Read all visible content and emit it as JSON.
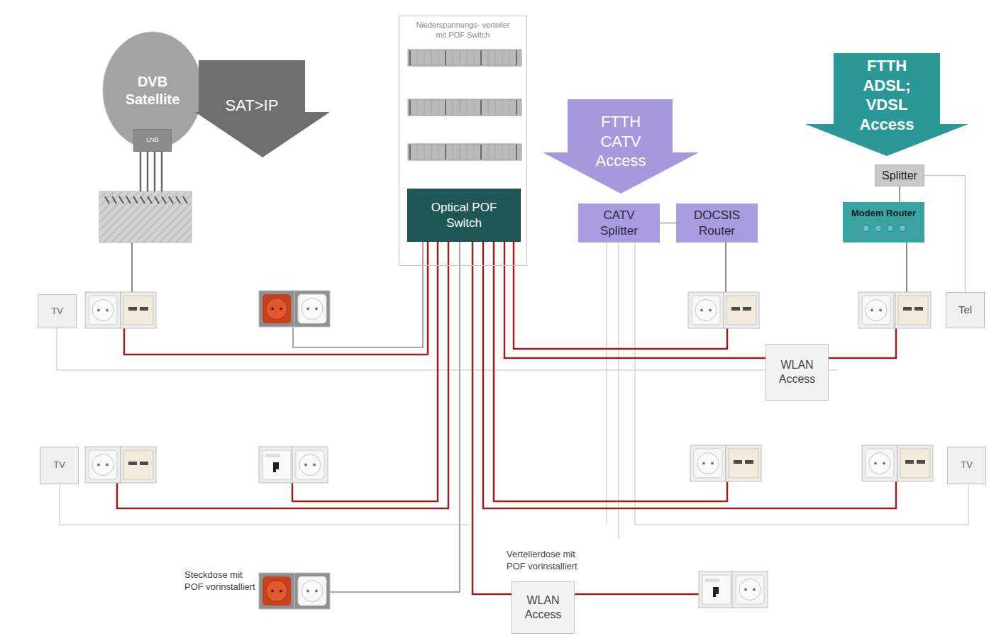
{
  "diagram": {
    "nodes": [
      {
        "text": [
          "DVB Satellite"
        ]
      },
      {
        "text": [
          "LNB"
        ]
      },
      {
        "text": [
          "SAT>IP"
        ]
      },
      {
        "text": [
          "Niederspannungs- verteiler mit POF Switch"
        ]
      },
      {
        "text": [
          "Optical POF Switch"
        ],
        "in": 3
      },
      {
        "text": [
          "FTTH CATV Access"
        ]
      },
      {
        "text": [
          "CATV Splitter"
        ]
      },
      {
        "text": [
          "DOCSIS Router"
        ]
      },
      {
        "text": [
          "FTTH ADSL; VDSL Access"
        ]
      },
      {
        "text": [
          "Splitter"
        ]
      },
      {
        "text": [
          "Modem  Router"
        ]
      },
      {
        "text": [
          "TV"
        ]
      },
      {
        "text": [
          "Tel"
        ]
      },
      {
        "text": [
          "WLAN Access"
        ]
      },
      {
        "text": [
          "TV"
        ]
      },
      {
        "text": [
          "TV"
        ]
      },
      {
        "text": [
          "WLAN Access"
        ]
      }
    ],
    "edges": [
      {
        "from": 6,
        "to": 7,
        "arrow": "none"
      },
      {
        "from": 9,
        "to": 10,
        "arrow": "none"
      },
      {
        "from": 9,
        "to": 12,
        "arrow": "none"
      }
    ],
    "labels": [
      "Steckdose mit POF vorinstalliert",
      "Verteilerdose mit POF vorinstalliert"
    ]
  }
}
